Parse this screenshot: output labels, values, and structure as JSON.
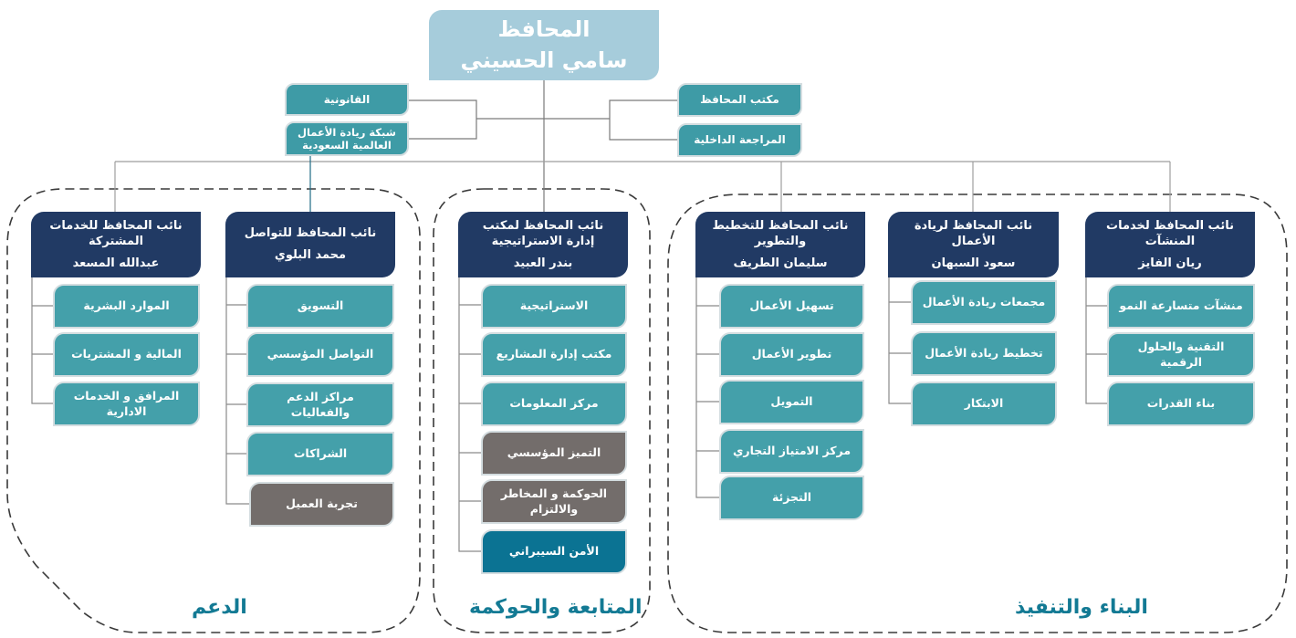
{
  "colors": {
    "top_box": "#a6ccdb",
    "staff_box": "#3e9ba6",
    "deputy_header": "#213a64",
    "unit_teal": "#44a0aa",
    "unit_gray": "#736d6b",
    "unit_blue": "#0b7393",
    "group_label": "#137a94",
    "connector": "#9e9e9e"
  },
  "governor": {
    "title": "المحافظ",
    "name": "سامي الحسيني"
  },
  "staff_left": [
    {
      "label": "القانونية"
    },
    {
      "label": "شبكة ريادة الأعمال العالمية السعودية"
    }
  ],
  "staff_right": [
    {
      "label": "مكتب المحافظ"
    },
    {
      "label": "المراجعة الداخلية"
    }
  ],
  "groups": [
    {
      "id": "support",
      "label": "الدعم"
    },
    {
      "id": "governance",
      "label": "المتابعة والحوكمة"
    },
    {
      "id": "build",
      "label": "البناء والتنفيذ"
    }
  ],
  "deputies": [
    {
      "id": "shared-services",
      "title": "نائب المحافظ للخدمات المشتركة",
      "name": "عبدالله المسعد",
      "units": [
        {
          "label": "الموارد البشرية",
          "color": "teal"
        },
        {
          "label": "المالية و المشتريات",
          "color": "teal"
        },
        {
          "label": "المرافق و الخدمات الادارية",
          "color": "teal"
        }
      ]
    },
    {
      "id": "communication",
      "title": "نائب المحافظ للتواصل",
      "name": "محمد البلوي",
      "units": [
        {
          "label": "التسويق",
          "color": "teal"
        },
        {
          "label": "التواصل المؤسسي",
          "color": "teal"
        },
        {
          "label": "مراكز الدعم والفعاليات",
          "color": "teal"
        },
        {
          "label": "الشراكات",
          "color": "teal"
        },
        {
          "label": "تجربة العميل",
          "color": "gray"
        }
      ]
    },
    {
      "id": "strategy",
      "title": "نائب المحافظ لمكتب إدارة الاستراتيجية",
      "name": "بندر العبيد",
      "units": [
        {
          "label": "الاستراتيجية",
          "color": "teal"
        },
        {
          "label": "مكتب إدارة المشاريع",
          "color": "teal"
        },
        {
          "label": "مركز المعلومات",
          "color": "teal"
        },
        {
          "label": "التميز المؤسسي",
          "color": "gray"
        },
        {
          "label": "الحوكمة و المخاطر والالتزام",
          "color": "gray"
        },
        {
          "label": "الأمن السيبراني",
          "color": "blue"
        }
      ]
    },
    {
      "id": "planning",
      "title": "نائب المحافظ للتخطيط والتطوير",
      "name": "سليمان الطريف",
      "units": [
        {
          "label": "تسهيل الأعمال",
          "color": "teal"
        },
        {
          "label": "تطوير الأعمال",
          "color": "teal"
        },
        {
          "label": "التمويل",
          "color": "teal"
        },
        {
          "label": "مركز الامتياز التجاري",
          "color": "teal"
        },
        {
          "label": "التجزئة",
          "color": "teal"
        }
      ]
    },
    {
      "id": "entrepreneurship",
      "title": "نائب المحافظ لريادة الأعمال",
      "name": "سعود السبهان",
      "units": [
        {
          "label": "مجمعات ريادة الأعمال",
          "color": "teal"
        },
        {
          "label": "تخطيط ريادة الأعمال",
          "color": "teal"
        },
        {
          "label": "الابتكار",
          "color": "teal"
        }
      ]
    },
    {
      "id": "enterprise-services",
      "title": "نائب المحافظ لخدمات المنشآت",
      "name": "ريان الفايز",
      "units": [
        {
          "label": "منشآت متسارعة النمو",
          "color": "teal"
        },
        {
          "label": "التقنية والحلول الرقمية",
          "color": "teal"
        },
        {
          "label": "بناء القدرات",
          "color": "teal"
        }
      ]
    }
  ]
}
